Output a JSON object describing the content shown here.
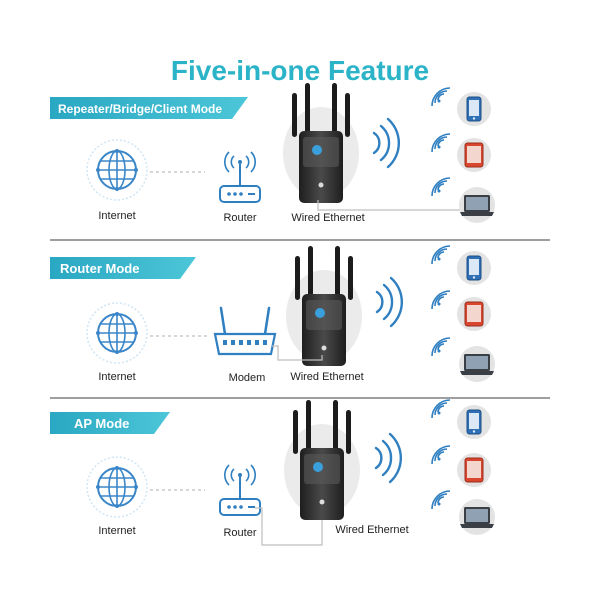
{
  "title": "Five-in-one Feature",
  "sections": [
    {
      "mode": "Repeater/Bridge/Client Mode",
      "internet_label": "Internet",
      "device_label": "Router",
      "ethernet_label": "Wired Ethernet",
      "device_icon": "router-icon"
    },
    {
      "mode": "Router Mode",
      "internet_label": "Internet",
      "device_label": "Modem",
      "ethernet_label": "Wired Ethernet",
      "device_icon": "modem-icon"
    },
    {
      "mode": "AP Mode",
      "internet_label": "Internet",
      "device_label": "Router",
      "ethernet_label": "Wired Ethernet",
      "device_icon": "router-icon"
    }
  ],
  "colors": {
    "title": "#2bb3c7",
    "banner": "#39b6cd",
    "icon_blue": "#2f7fc1",
    "icon_light": "#4aa8dc",
    "phone": "#2f6fb5",
    "tablet": "#d9462f",
    "laptop": "#3a3f46",
    "circle_bg": "#e6e6e6",
    "divider": "#666666",
    "extender_body": "#2b2b2b"
  }
}
